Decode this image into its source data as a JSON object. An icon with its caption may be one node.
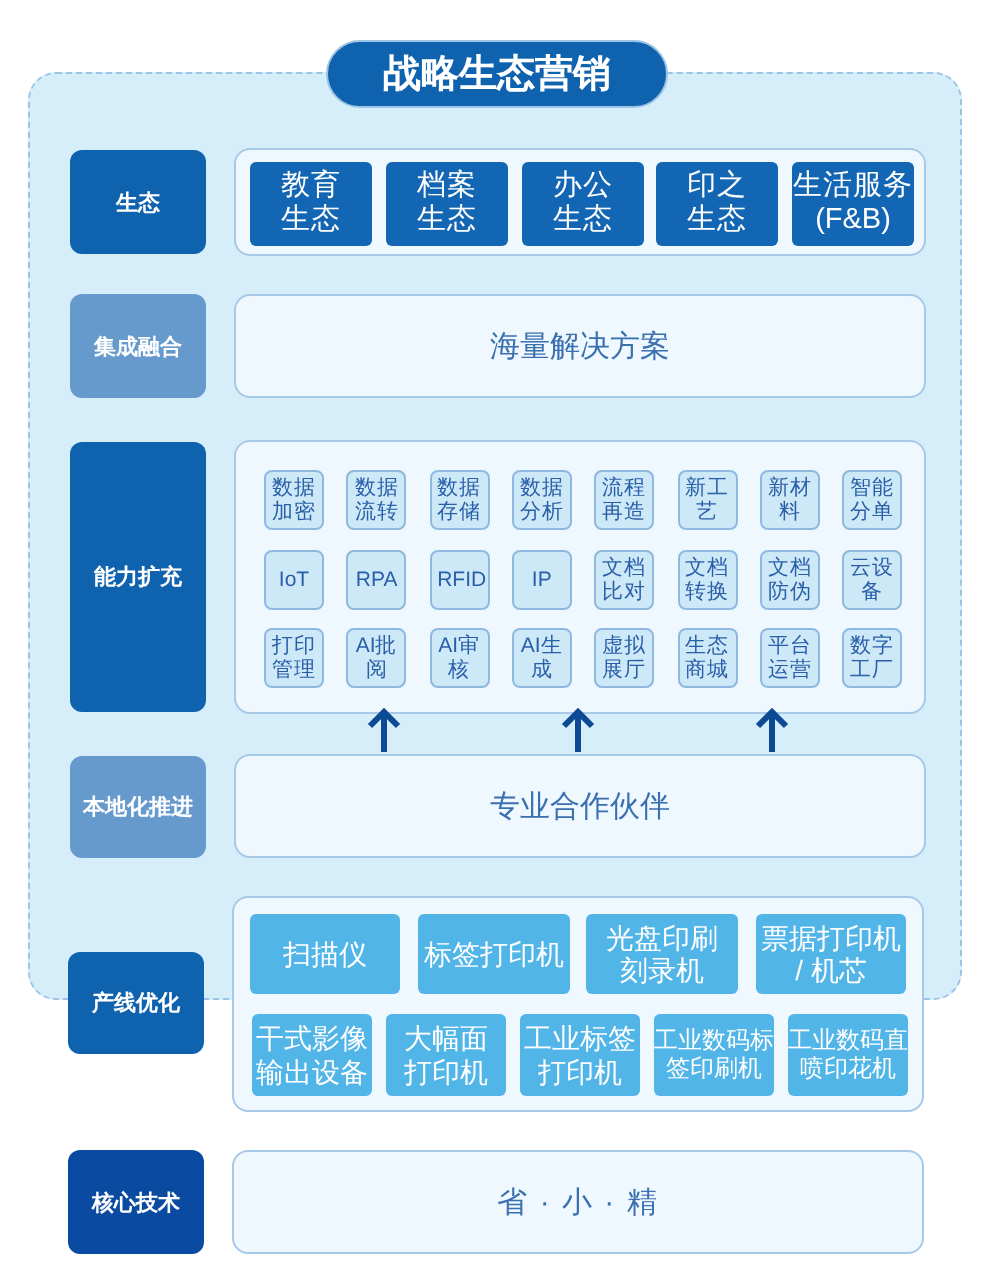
{
  "diagram": {
    "nodes": [
      {
        "text": [
          "战略生态营销"
        ]
      },
      {
        "text": [
          "生态"
        ],
        "in": 0
      },
      {
        "text": [],
        "shape": "box",
        "in": 0
      },
      {
        "text": [
          "教育生态"
        ],
        "in": 2
      },
      {
        "text": [
          "档案生态"
        ],
        "in": 2
      },
      {
        "text": [
          "办公生态"
        ],
        "in": 2
      },
      {
        "text": [
          "印之生态"
        ],
        "in": 2
      },
      {
        "text": [
          "生活服务(F&B)"
        ],
        "in": 2
      },
      {
        "text": [
          "集成融合"
        ],
        "in": 0
      },
      {
        "text": [
          "海量解决方案"
        ],
        "in": 0
      },
      {
        "text": [
          "能力扩充"
        ],
        "in": 0
      },
      {
        "text": [],
        "shape": "box",
        "in": 0
      },
      {
        "text": [
          "数据加密"
        ],
        "in": 11
      },
      {
        "text": [
          "数据流转"
        ],
        "in": 11
      },
      {
        "text": [
          "数据存储"
        ],
        "in": 11
      },
      {
        "text": [
          "数据分析"
        ],
        "in": 11
      },
      {
        "text": [
          "流程再造"
        ],
        "in": 11
      },
      {
        "text": [
          "新工艺"
        ],
        "in": 11
      },
      {
        "text": [
          "新材料"
        ],
        "in": 11
      },
      {
        "text": [
          "智能分单"
        ],
        "in": 11
      },
      {
        "text": [
          "IoT"
        ],
        "in": 11
      },
      {
        "text": [
          "RPA"
        ],
        "in": 11
      },
      {
        "text": [
          "RFID"
        ],
        "in": 11
      },
      {
        "text": [
          "IP"
        ],
        "in": 11
      },
      {
        "text": [
          "文档比对"
        ],
        "in": 11
      },
      {
        "text": [
          "文档转换"
        ],
        "in": 11
      },
      {
        "text": [
          "文档防伪"
        ],
        "in": 11
      },
      {
        "text": [
          "云设备"
        ],
        "in": 11
      },
      {
        "text": [
          "打印管理"
        ],
        "in": 11
      },
      {
        "text": [
          "AI批阅"
        ],
        "in": 11
      },
      {
        "text": [
          "AI审核"
        ],
        "in": 11
      },
      {
        "text": [
          "AI生成"
        ],
        "in": 11
      },
      {
        "text": [
          "虚拟展厅"
        ],
        "in": 11
      },
      {
        "text": [
          "生态商城"
        ],
        "in": 11
      },
      {
        "text": [
          "平台运营"
        ],
        "in": 11
      },
      {
        "text": [
          "数字工厂"
        ],
        "in": 11
      },
      {
        "text": [
          "本地化推进"
        ],
        "in": 0
      },
      {
        "text": [
          "专业合作伙伴"
        ],
        "in": 0
      },
      {
        "text": [
          "产线优化"
        ]
      },
      {
        "text": [],
        "shape": "box"
      },
      {
        "text": [
          "扫描仪"
        ]
      },
      {
        "text": [
          "标签打印机"
        ]
      },
      {
        "text": [
          "光盘印刷刻录机"
        ]
      },
      {
        "text": [
          "票据打印机 / 机芯"
        ]
      },
      {
        "text": [
          "干式影像输出设备"
        ],
        "in": 39
      },
      {
        "text": [
          "大幅面打印机"
        ],
        "in": 39
      },
      {
        "text": [
          "工业标签打印机"
        ],
        "in": 39
      },
      {
        "text": [
          "工业数码标签印刷机"
        ],
        "in": 39
      },
      {
        "text": [
          "工业数码直喷印花机"
        ],
        "in": 39
      },
      {
        "text": [
          "核心技术"
        ]
      },
      {
        "text": [
          "省 · 小 · 精"
        ]
      }
    ],
    "edges": [
      {
        "from": 37,
        "to": 11,
        "arrow": "to"
      },
      {
        "from": 37,
        "to": 11,
        "arrow": "to"
      },
      {
        "from": 37,
        "to": 11,
        "arrow": "to"
      }
    ]
  }
}
